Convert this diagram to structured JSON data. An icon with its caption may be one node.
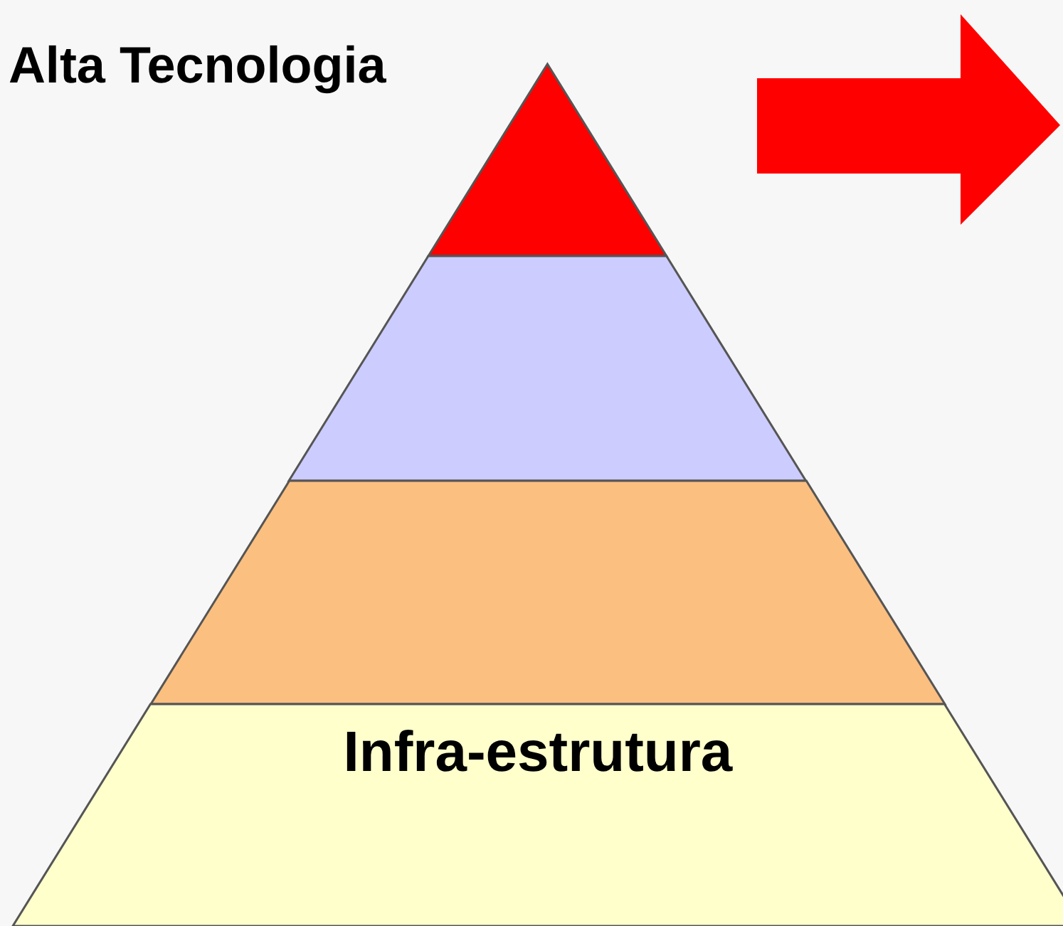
{
  "diagram": {
    "nodes": [
      {
        "text": [
          "Alta Tecnologia"
        ]
      },
      {
        "text": [],
        "shape": "trapezoid"
      },
      {
        "text": [],
        "shape": "trapezoid"
      },
      {
        "text": [
          "Infra-estrutura"
        ]
      }
    ]
  }
}
